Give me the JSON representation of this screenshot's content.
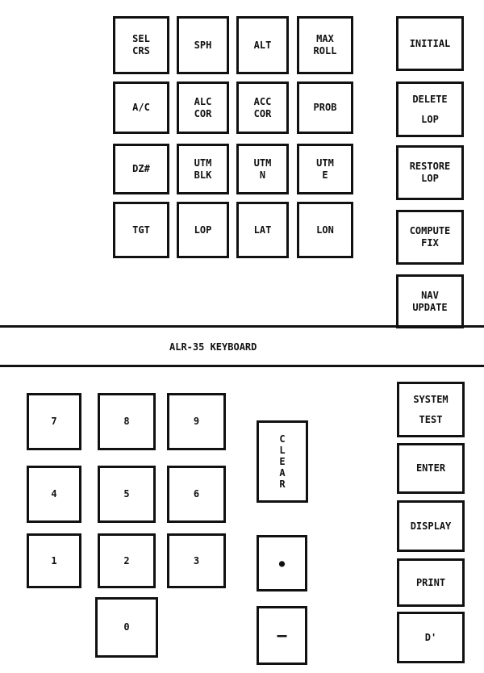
{
  "title": "ALR-35 KEYBOARD",
  "function_keys": [
    [
      "SEL",
      "CRS"
    ],
    [
      "SPH"
    ],
    [
      "ALT"
    ],
    [
      "MAX",
      "ROLL"
    ],
    [
      "A/C"
    ],
    [
      "ALC",
      "COR"
    ],
    [
      "ACC",
      "COR"
    ],
    [
      "PROB"
    ],
    [
      "DZ#"
    ],
    [
      "UTM",
      "BLK"
    ],
    [
      "UTM",
      "N"
    ],
    [
      "UTM",
      "E"
    ],
    [
      "TGT"
    ],
    [
      "LOP"
    ],
    [
      "LAT"
    ],
    [
      "LON"
    ]
  ],
  "nav_keys": [
    [
      "INITIAL"
    ],
    [
      "DELETE",
      "LOP"
    ],
    [
      "RESTORE",
      "LOP"
    ],
    [
      "COMPUTE",
      "FIX"
    ],
    [
      "NAV",
      "UPDATE"
    ]
  ],
  "numeric_keys": [
    "7",
    "8",
    "9",
    "4",
    "5",
    "6",
    "1",
    "2",
    "3",
    "0"
  ],
  "clear_key": [
    "C",
    "L",
    "E",
    "A",
    "R"
  ],
  "dot_key": "●",
  "minus_key": "—",
  "command_keys": [
    [
      "SYSTEM",
      "TEST"
    ],
    [
      "ENTER"
    ],
    [
      "DISPLAY"
    ],
    [
      "PRINT"
    ],
    [
      "D'"
    ]
  ]
}
